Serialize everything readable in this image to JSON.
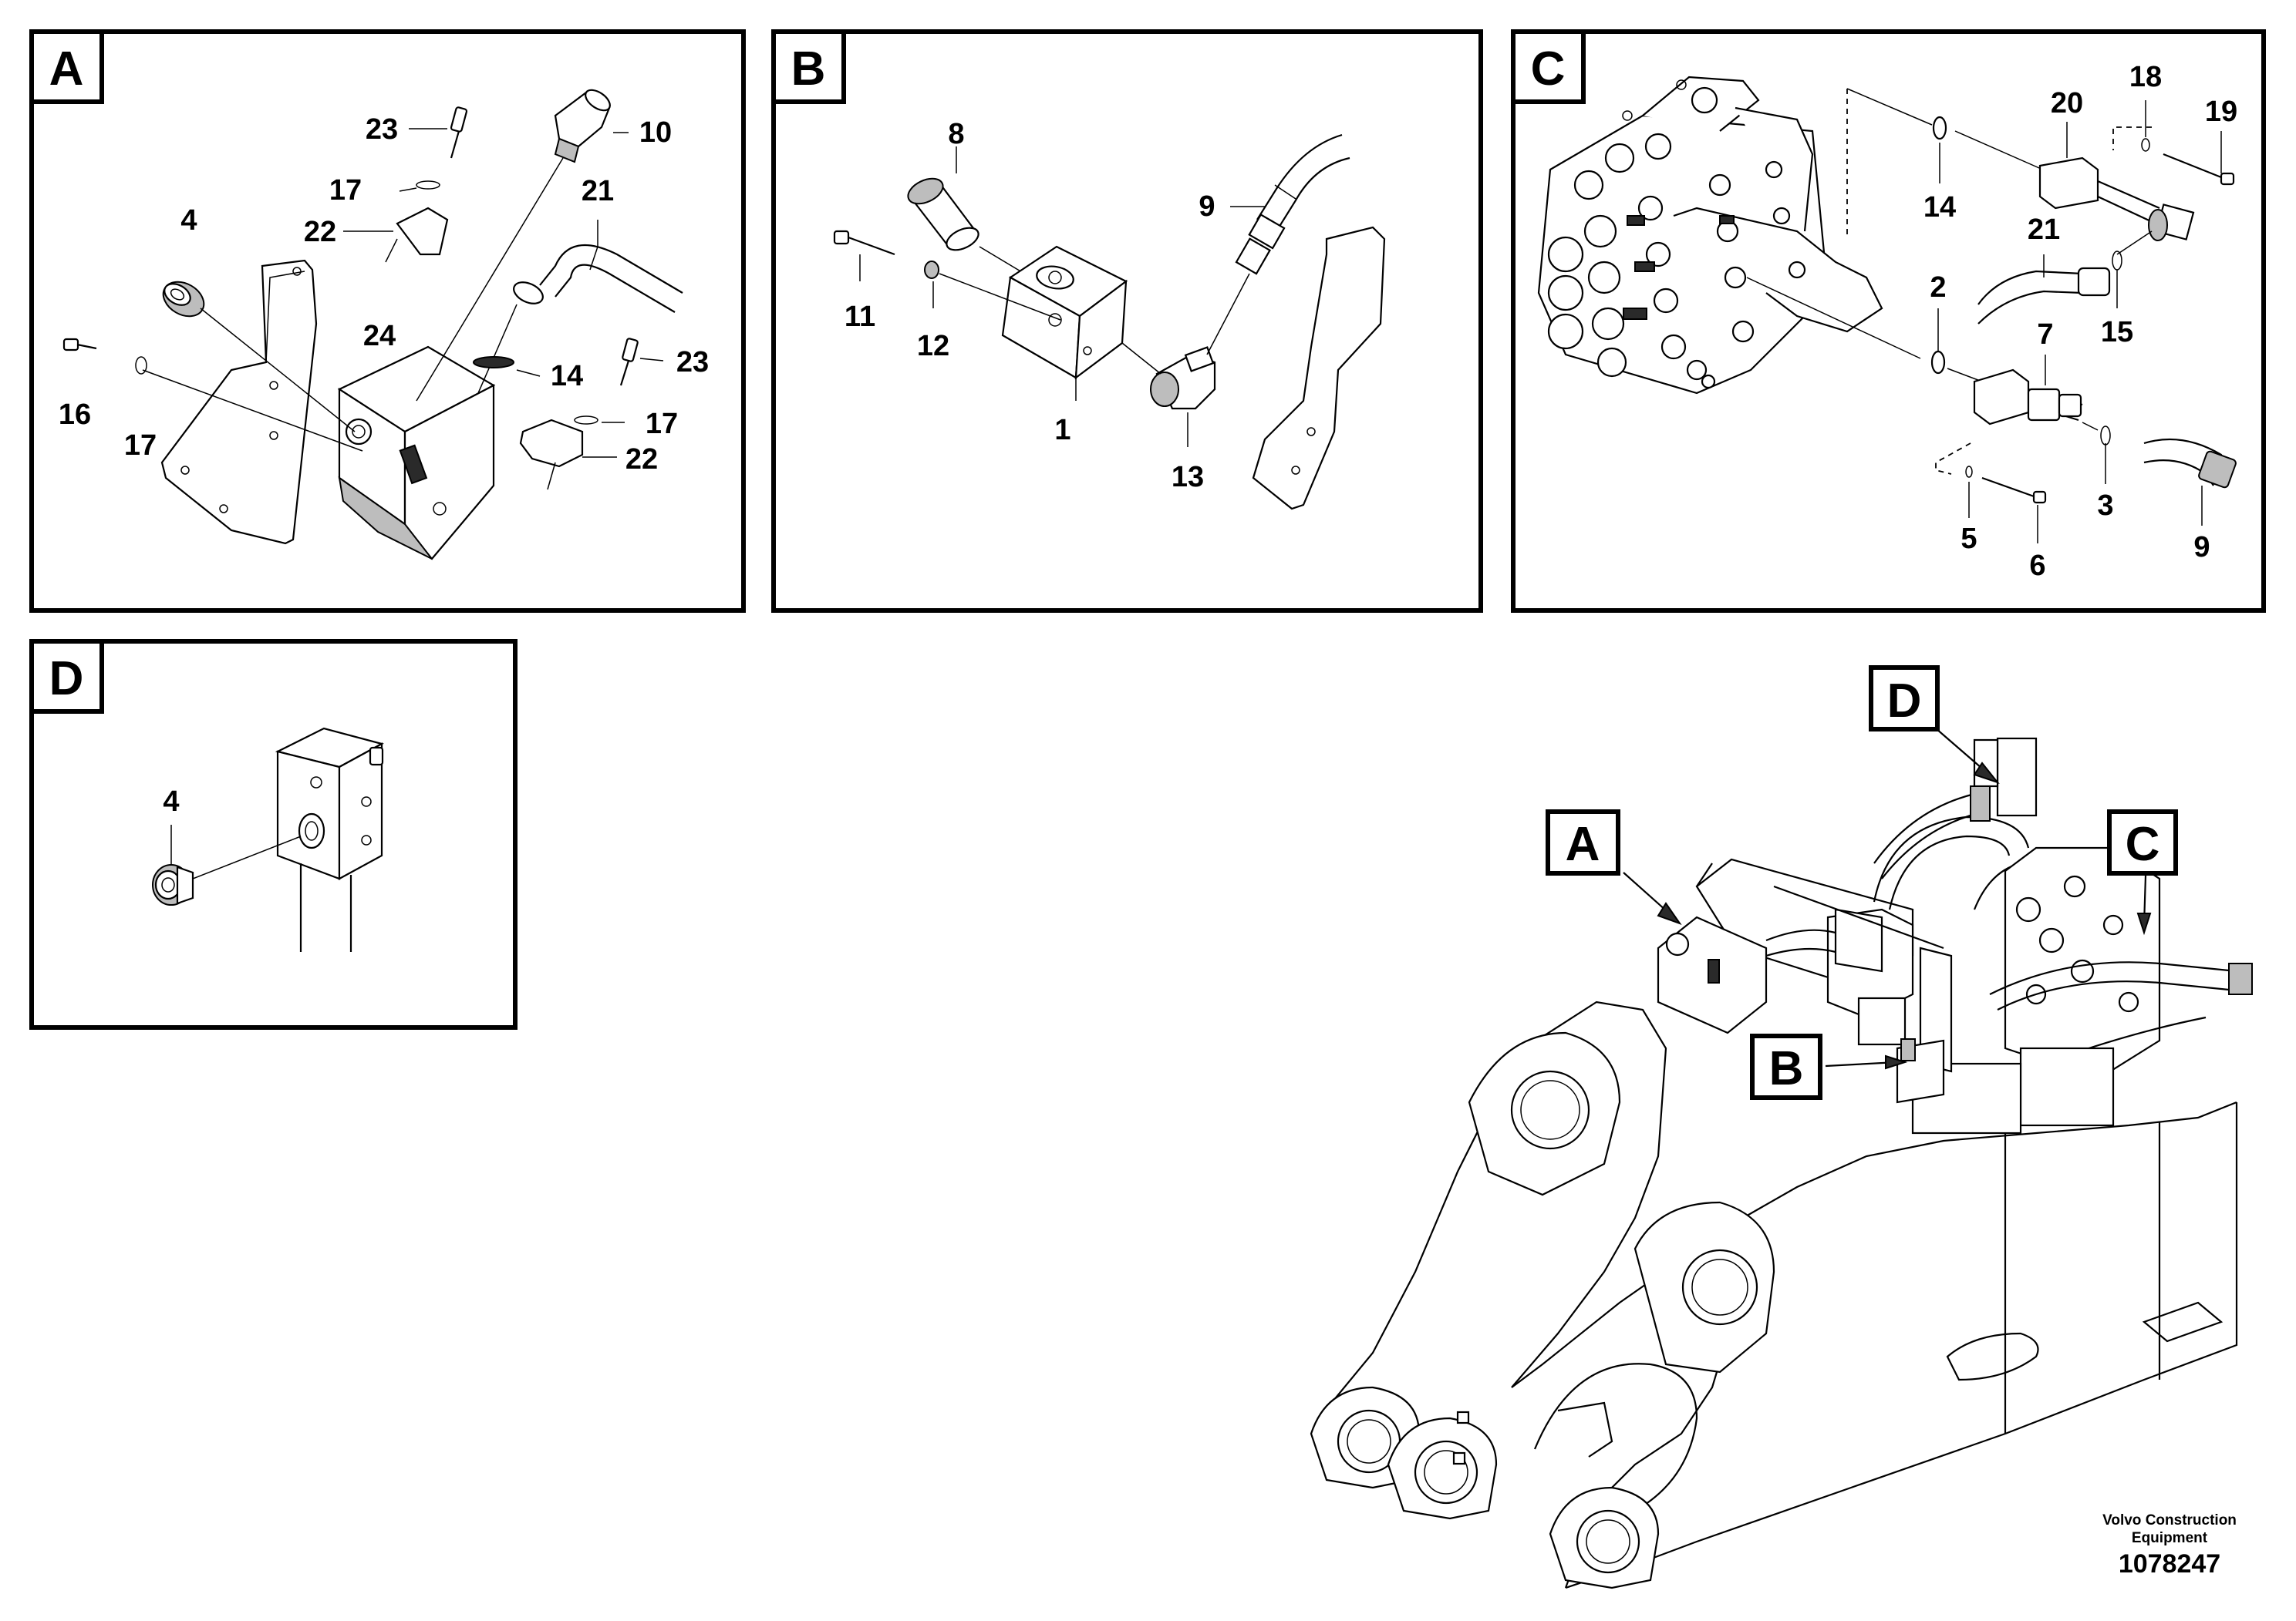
{
  "panels": {
    "a": {
      "letter": "A",
      "labels": [
        "23",
        "10",
        "17",
        "21",
        "22",
        "4",
        "24",
        "23",
        "16",
        "17",
        "14",
        "17",
        "22"
      ]
    },
    "b": {
      "letter": "B",
      "labels": [
        "8",
        "9",
        "11",
        "12",
        "1",
        "13"
      ]
    },
    "c": {
      "letter": "C",
      "labels": [
        "18",
        "20",
        "19",
        "14",
        "21",
        "2",
        "15",
        "7",
        "3",
        "5",
        "6",
        "9"
      ]
    },
    "d": {
      "letter": "D",
      "labels": [
        "4"
      ]
    }
  },
  "overview": {
    "callouts": [
      "D",
      "A",
      "C",
      "B"
    ]
  },
  "footer": {
    "company_line1": "Volvo Construction",
    "company_line2": "Equipment",
    "doc_number": "1078247"
  }
}
